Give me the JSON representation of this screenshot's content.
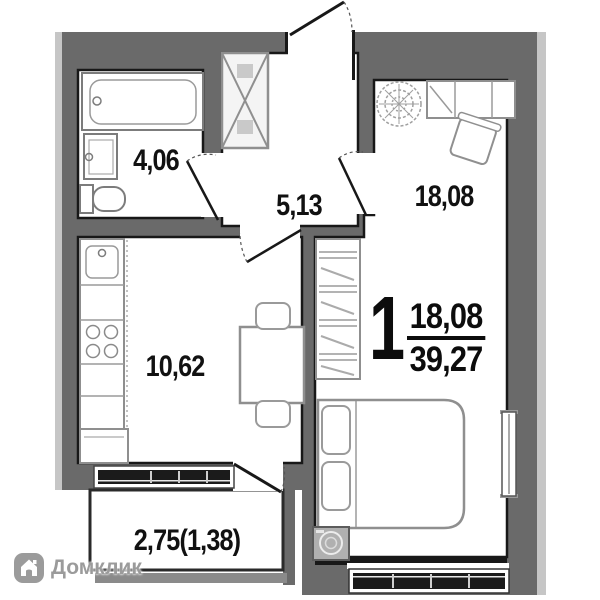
{
  "plan": {
    "rooms": {
      "bathroom": {
        "area": "4,06"
      },
      "hallway": {
        "area": "5,13"
      },
      "living_room": {
        "area": "18,08"
      },
      "kitchen": {
        "area": "10,62"
      },
      "balcony": {
        "area": "2,75(1,38)"
      }
    },
    "summary": {
      "rooms_count": "1",
      "living_area": "18,08",
      "total_area": "39,27"
    },
    "colors": {
      "wall": "#6a6a6a",
      "wall_light": "#c6c6c6",
      "outline": "#181818",
      "furniture": "#8f8f8f",
      "glass": "#1b1b1b",
      "watermark": "#9b9b9b"
    }
  },
  "watermark": {
    "brand": "Домклик"
  }
}
